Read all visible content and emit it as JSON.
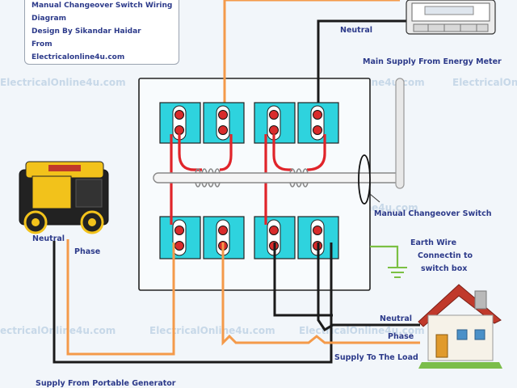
{
  "title_box": {
    "line1": "Manual Changeover Switch Wiring",
    "line2": "Diagram",
    "line3": "Design By Sikandar Haidar",
    "line4": "From",
    "line5": "Electricalonline4u.com"
  },
  "watermark": "ElectricalOnline4u.com",
  "watermark2": "ectricalOnline4u.com",
  "labels": {
    "neutral_top": "Neutral",
    "main_supply": "Main Supply From Energy Meter",
    "changeover_switch": "Manual Changeover Switch",
    "earth_wire_l1": "Earth Wire",
    "earth_wire_l2": "Connectin to",
    "earth_wire_l3": "switch box",
    "generator_neutral": "Neutral",
    "generator_phase": "Phase",
    "load_neutral": "Neutral",
    "load_phase": "Phase",
    "supply_load": "Supply To The Load",
    "supply_generator": "Supply From Portable Generator"
  },
  "colors": {
    "terminal": "#2ed3de",
    "wire_red": "#e0242a",
    "wire_orange": "#f49a4a",
    "wire_black": "#1a1a1a",
    "wire_green": "#7bc043",
    "label_text": "#2c3a8a"
  }
}
